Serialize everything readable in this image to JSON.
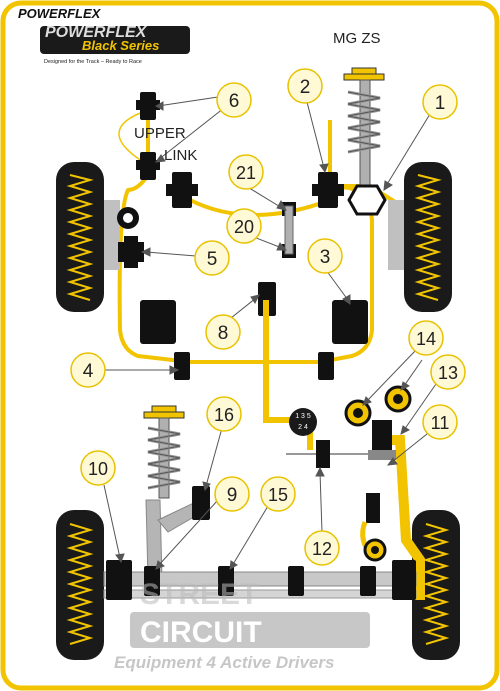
{
  "brand": {
    "name": "POWERFLEX",
    "series": "Black Series",
    "tagline": "Designed for the Track – Ready to Race",
    "colors": {
      "frame": "#f2c400",
      "bush": "#111111",
      "road": "#f2c400"
    }
  },
  "diagram_title": "MG ZS",
  "side_labels": {
    "upper_link_1": "UPPER",
    "upper_link_2": "LINK"
  },
  "gearbox_label_top": "1 3 5",
  "gearbox_label_bottom": "2 4",
  "callouts": [
    {
      "id": "c1",
      "num": "1"
    },
    {
      "id": "c2",
      "num": "2"
    },
    {
      "id": "c3",
      "num": "3"
    },
    {
      "id": "c4",
      "num": "4"
    },
    {
      "id": "c5",
      "num": "5"
    },
    {
      "id": "c6",
      "num": "6"
    },
    {
      "id": "c8",
      "num": "8"
    },
    {
      "id": "c9",
      "num": "9"
    },
    {
      "id": "c10",
      "num": "10"
    },
    {
      "id": "c11",
      "num": "11"
    },
    {
      "id": "c12",
      "num": "12"
    },
    {
      "id": "c13",
      "num": "13"
    },
    {
      "id": "c14",
      "num": "14"
    },
    {
      "id": "c15",
      "num": "15"
    },
    {
      "id": "c16",
      "num": "16"
    },
    {
      "id": "c20",
      "num": "20"
    },
    {
      "id": "c21",
      "num": "21"
    }
  ],
  "watermark": {
    "line1": "STREET",
    "line2": "CIRCUIT",
    "tagline": "Equipment 4 Active Drivers"
  }
}
